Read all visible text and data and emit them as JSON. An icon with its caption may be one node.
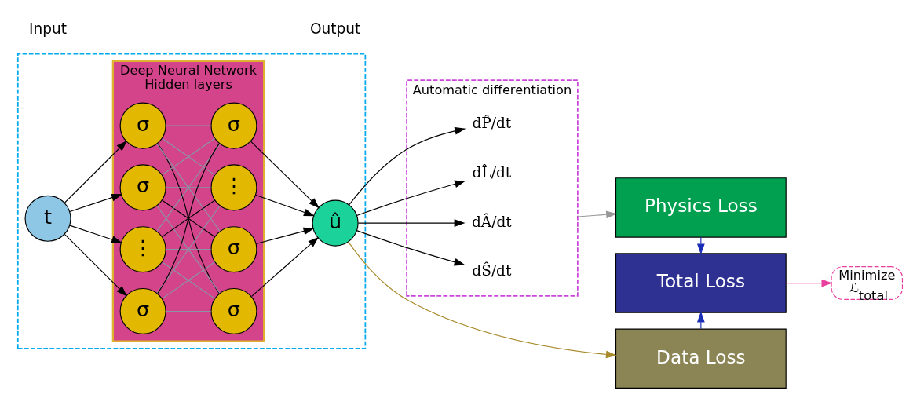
{
  "diagram": {
    "nodes": [
      {
        "text": [],
        "shape": "box"
      },
      {
        "text": [
          "t"
        ],
        "in": 0
      },
      {
        "text": [
          "Deep Neural Network",
          "Hidden layers"
        ],
        "in": 0
      },
      {
        "text": [
          "σ"
        ],
        "in": 2
      },
      {
        "text": [
          "σ"
        ],
        "in": 2
      },
      {
        "text": [
          "⋮"
        ],
        "in": 2
      },
      {
        "text": [
          "σ"
        ],
        "in": 2
      },
      {
        "text": [
          "σ"
        ],
        "in": 2
      },
      {
        "text": [
          "σ"
        ],
        "in": 2
      },
      {
        "text": [
          "⋮"
        ],
        "in": 2
      },
      {
        "text": [
          "σ"
        ],
        "in": 2
      },
      {
        "text": [
          "û"
        ],
        "in": 0
      },
      {
        "text": [
          "Automatic differentiation"
        ]
      },
      {
        "text": [
          "dÂ/dt"
        ],
        "in": 12
      },
      {
        "text": [
          "dŜ/dt"
        ],
        "in": 12
      },
      {
        "text": [
          "dP̂/dt"
        ],
        "in": 12
      },
      {
        "text": [
          "dL̂/dt"
        ],
        "in": 12
      },
      {
        "text": [
          "Physics Loss"
        ]
      },
      {
        "text": [
          "Total Loss"
        ]
      },
      {
        "text": [
          "Data Loss"
        ]
      },
      {
        "text": [
          "Minimize",
          "ℒ$_{total}$"
        ]
      }
    ],
    "edges": [
      {
        "from": 1,
        "to": 3,
        "arrow": "to"
      },
      {
        "from": 1,
        "to": 4,
        "arrow": "to"
      },
      {
        "from": 1,
        "to": 5,
        "arrow": "to"
      },
      {
        "from": 1,
        "to": 6,
        "arrow": "to"
      },
      {
        "from": 3,
        "to": 7,
        "arrow": "none"
      },
      {
        "from": 3,
        "to": 8,
        "arrow": "none",
        "color": "#8a94a6"
      },
      {
        "from": 3,
        "to": 9,
        "arrow": "none",
        "color": "#8a94a6"
      },
      {
        "from": 3,
        "to": 10,
        "arrow": "none",
        "color": "#8a94a6"
      },
      {
        "from": 4,
        "to": 7,
        "arrow": "none",
        "color": "#8a94a6"
      },
      {
        "from": 4,
        "to": 8,
        "arrow": "none"
      },
      {
        "from": 4,
        "to": 9,
        "arrow": "none",
        "color": "#8a94a6"
      },
      {
        "from": 4,
        "to": 10,
        "arrow": "none",
        "color": "#8a94a6"
      },
      {
        "from": 5,
        "to": 7,
        "arrow": "none",
        "color": "#8a94a6"
      },
      {
        "from": 5,
        "to": 8,
        "arrow": "none",
        "color": "#8a94a6"
      },
      {
        "from": 5,
        "to": 9,
        "arrow": "none"
      },
      {
        "from": 5,
        "to": 10,
        "arrow": "none",
        "color": "#8a94a6"
      },
      {
        "from": 6,
        "to": 7,
        "arrow": "none",
        "color": "#8a94a6"
      },
      {
        "from": 6,
        "to": 8,
        "arrow": "none",
        "color": "#8a94a6"
      },
      {
        "from": 6,
        "to": 9,
        "arrow": "none",
        "color": "#8a94a6"
      },
      {
        "from": 6,
        "to": 10,
        "arrow": "none"
      },
      {
        "from": 7,
        "to": 11,
        "arrow": "to"
      },
      {
        "from": 8,
        "to": 11,
        "arrow": "to"
      },
      {
        "from": 9,
        "to": 11,
        "arrow": "to"
      },
      {
        "from": 10,
        "to": 11,
        "arrow": "to"
      },
      {
        "from": 11,
        "to": 13,
        "arrow": "to"
      },
      {
        "from": 11,
        "to": 14,
        "arrow": "to"
      },
      {
        "from": 11,
        "to": 15,
        "arrow": "to"
      },
      {
        "from": 11,
        "to": 16,
        "arrow": "to"
      },
      {
        "from": 12,
        "to": 17,
        "arrow": "to",
        "color": "#999999"
      },
      {
        "from": 17,
        "to": 18,
        "arrow": "to",
        "color": "#1a2db5"
      },
      {
        "from": 19,
        "to": 18,
        "arrow": "to",
        "color": "#1a2db5"
      },
      {
        "from": 11,
        "to": 19,
        "arrow": "to",
        "color": "#a88a2a"
      },
      {
        "from": 18,
        "to": 20,
        "arrow": "to",
        "color": "#e83e9e"
      }
    ],
    "labels": [
      "Input",
      "Output"
    ]
  }
}
